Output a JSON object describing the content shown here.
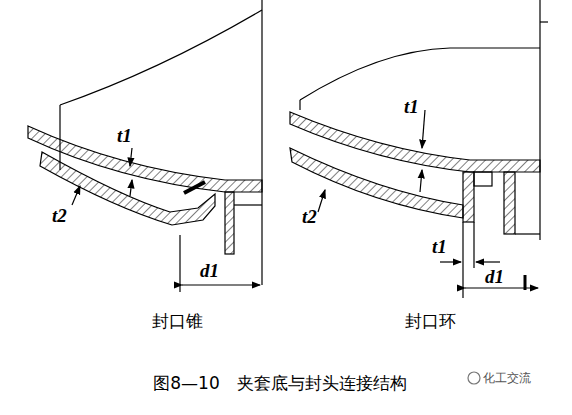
{
  "diagram": {
    "caption": "图8—10　夹套底与封头连接结构",
    "labels": [
      "t1",
      "t2",
      "d1",
      "t1",
      "t2",
      "t1",
      "d1",
      "封口锥",
      "封口环",
      "化工交流"
    ]
  }
}
